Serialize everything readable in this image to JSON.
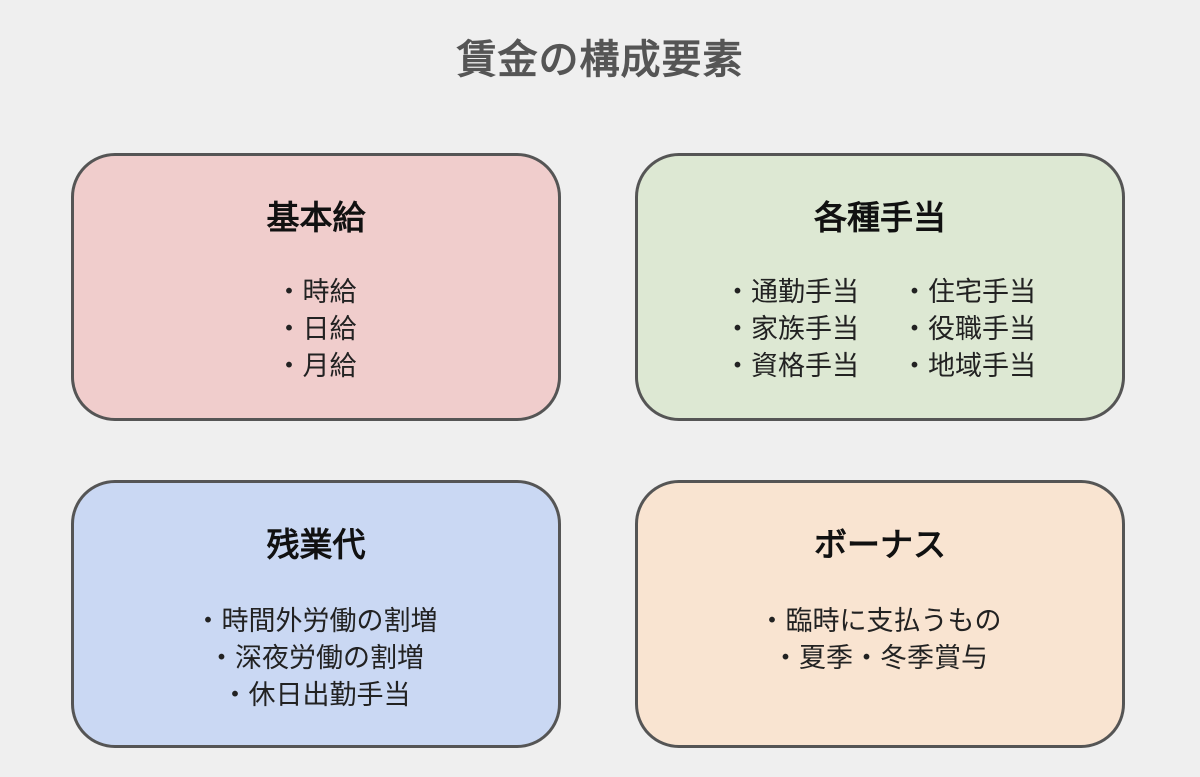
{
  "title": "賃金の構成要素",
  "colors": {
    "background": "#efefef",
    "border": "#555555",
    "box1": "#f0cdcc",
    "box2": "#dde8d3",
    "box3": "#cad8f3",
    "box4": "#f9e4d1"
  },
  "boxes": [
    {
      "heading": "基本給",
      "items": [
        "・時給",
        "・日給",
        "・月給"
      ]
    },
    {
      "heading": "各種手当",
      "left_items": [
        "・通勤手当",
        "・家族手当",
        "・資格手当"
      ],
      "right_items": [
        "・住宅手当",
        "・役職手当",
        "・地域手当"
      ]
    },
    {
      "heading": "残業代",
      "items": [
        "・時間外労働の割増",
        "・深夜労働の割増",
        "・休日出勤手当"
      ]
    },
    {
      "heading": "ボーナス",
      "items": [
        "・臨時に支払うもの",
        "・夏季・冬季賞与"
      ]
    }
  ]
}
